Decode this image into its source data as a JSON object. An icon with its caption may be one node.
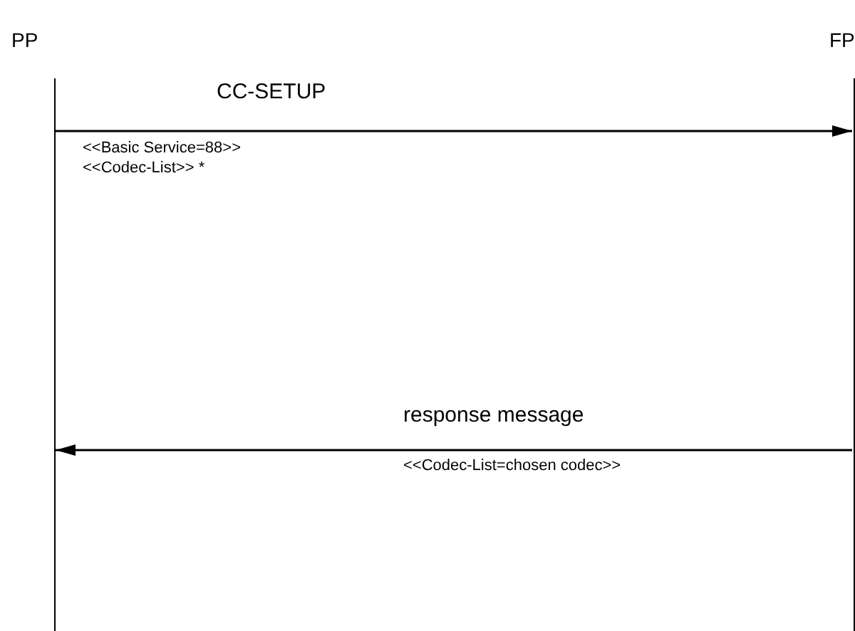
{
  "diagram": {
    "nodes": [
      {
        "text": [
          "PP"
        ]
      },
      {
        "text": [
          "FP"
        ]
      }
    ],
    "edges": [
      {
        "from": 0,
        "to": 1,
        "arrow": "to",
        "label": "CC-SETUP"
      },
      {
        "from": 1,
        "to": 0,
        "arrow": "to",
        "label": "response message"
      }
    ],
    "labels": [
      "<<Basic Service=88>>",
      "<<Codec-List>> *",
      "<<Codec-List=chosen codec>>"
    ]
  }
}
